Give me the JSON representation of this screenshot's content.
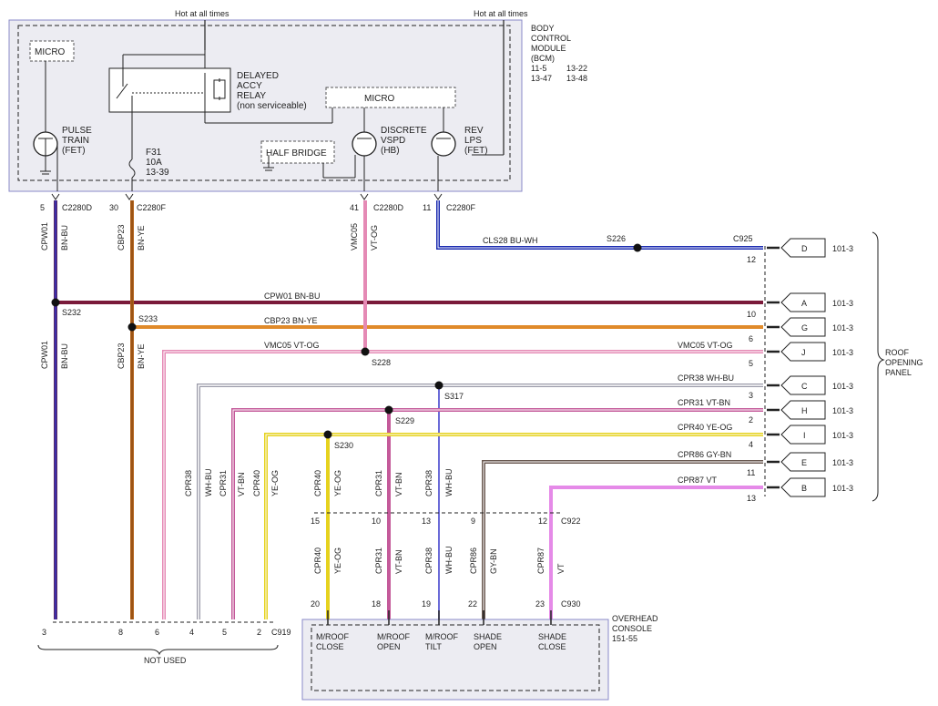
{
  "header": {
    "hot_left": "Hot at all times",
    "hot_right": "Hot at all times"
  },
  "bcm": {
    "label": "BODY\nCONTROL\nMODULE\n(BCM)\n11-5      13-22\n13-47    13-48",
    "micro_left": "MICRO",
    "micro_right": "MICRO",
    "relay_label": "DELAYED\nACCY\nRELAY\n(non serviceable)",
    "pulse_train": "PULSE\nTRAIN\n(FET)",
    "fuse": "F31\n10A\n13-39",
    "half_bridge": "HALF BRIDGE",
    "discrete": "DISCRETE\nVSPD\n(HB)",
    "rev": "REV\nLPS\n(FET)"
  },
  "top_pins": [
    {
      "pin": "5",
      "conn": "C2280D"
    },
    {
      "pin": "30",
      "conn": "C2280F"
    },
    {
      "pin": "41",
      "conn": "C2280D"
    },
    {
      "pin": "11",
      "conn": "C2280F"
    }
  ],
  "harness_wires": [
    {
      "circuit": "CPW01",
      "color_code": "BN-BU",
      "color": "#5a2a6a"
    },
    {
      "circuit": "CBP23",
      "color_code": "BN-YE",
      "color": "#b5651d"
    },
    {
      "circuit": "VMC05",
      "color_code": "VT-OG",
      "color": "#e58ab5"
    },
    {
      "circuit": "CLS28",
      "color_code": "BU-WH",
      "color": "#1a2ab0"
    },
    {
      "circuit": "CPR38",
      "color_code": "WH-BU",
      "color": "#9a9aa8"
    },
    {
      "circuit": "CPR31",
      "color_code": "VT-BN",
      "color": "#c45a9a"
    },
    {
      "circuit": "CPR40",
      "color_code": "YE-OG",
      "color": "#e6d21e"
    },
    {
      "circuit": "CPR86",
      "color_code": "GY-BN",
      "color": "#6b5a52"
    },
    {
      "circuit": "CPR87",
      "color_code": "VT",
      "color": "#e58ae8"
    }
  ],
  "wire_labels": {
    "cls28": "CLS28   BU-WH",
    "cpw01": "CPW01   BN-BU",
    "cbp23": "CBP23   BN-YE",
    "vmc05_left": "VMC05   VT-OG",
    "vmc05_right": "VMC05  VT-OG",
    "cpr38": "CPR38  WH-BU",
    "cpr31": "CPR31  VT-BN",
    "cpr40": "CPR40  YE-OG",
    "cpr86": "CPR86  GY-BN",
    "cpr87": "CPR87  VT"
  },
  "vertical_labels": {
    "cpw01_top": "CPW01",
    "bnbu_top": "BN-BU",
    "cbp23_top": "CBP23",
    "bnye_top": "BN-YE",
    "vmc05_top": "VMC05",
    "vtog_top": "VT-OG",
    "cpw01_bot": "CPW01",
    "bnbu_bot": "BN-BU",
    "cbp23_bot": "CBP23",
    "bnye_bot": "BN-YE",
    "cpr38_l": "CPR38",
    "whbu_l": "WH-BU",
    "cpr31_l": "CPR31",
    "vtbn_l": "VT-BN",
    "cpr40_l": "CPR40",
    "yeog_l": "YE-OG",
    "c_cpr40": "CPR40",
    "c_yeog": "YE-OG",
    "c_cpr31": "CPR31",
    "c_vtbn": "VT-BN",
    "c_cpr38": "CPR38",
    "c_whbu": "WH-BU",
    "l_cpr40": "CPR40",
    "l_yeog": "YE-OG",
    "l_cpr31": "CPR31",
    "l_vtbn": "VT-BN",
    "l_cpr38": "CPR38",
    "l_whbu": "WH-BU",
    "l_cpr86": "CPR86",
    "l_gybn": "GY-BN",
    "l_cpr87": "CPR87",
    "l_vt": "VT"
  },
  "splices": {
    "s226": "S226",
    "s232": "S232",
    "s233": "S233",
    "s228": "S228",
    "s317": "S317",
    "s229": "S229",
    "s230": "S230"
  },
  "roof_connector": "C925",
  "roof_pins": [
    {
      "letter": "D",
      "ref": "101-3",
      "pin": "12"
    },
    {
      "letter": "A",
      "ref": "101-3",
      "pin": "10"
    },
    {
      "letter": "G",
      "ref": "101-3",
      "pin": "6"
    },
    {
      "letter": "J",
      "ref": "101-3",
      "pin": "5"
    },
    {
      "letter": "C",
      "ref": "101-3",
      "pin": "3"
    },
    {
      "letter": "H",
      "ref": "101-3",
      "pin": "2"
    },
    {
      "letter": "I",
      "ref": "101-3",
      "pin": "4"
    },
    {
      "letter": "E",
      "ref": "101-3",
      "pin": "11"
    },
    {
      "letter": "B",
      "ref": "101-3",
      "pin": "13"
    }
  ],
  "roof_panel": "ROOF\nOPENING\nPANEL",
  "c922": {
    "conn": "C922",
    "pins": [
      "15",
      "10",
      "13",
      "9",
      "12"
    ]
  },
  "c930": {
    "conn": "C930",
    "pins": [
      "20",
      "18",
      "19",
      "22",
      "23"
    ]
  },
  "c919": {
    "conn": "C919",
    "pins": [
      "3",
      "8",
      "6",
      "4",
      "5",
      "2"
    ]
  },
  "not_used": "NOT USED",
  "overhead": {
    "label": "OVERHEAD\nCONSOLE\n151-55",
    "buttons": [
      "M/ROOF\nCLOSE",
      "M/ROOF\nOPEN",
      "M/ROOF\nTILT",
      "SHADE\nOPEN",
      "SHADE\nCLOSE"
    ]
  }
}
